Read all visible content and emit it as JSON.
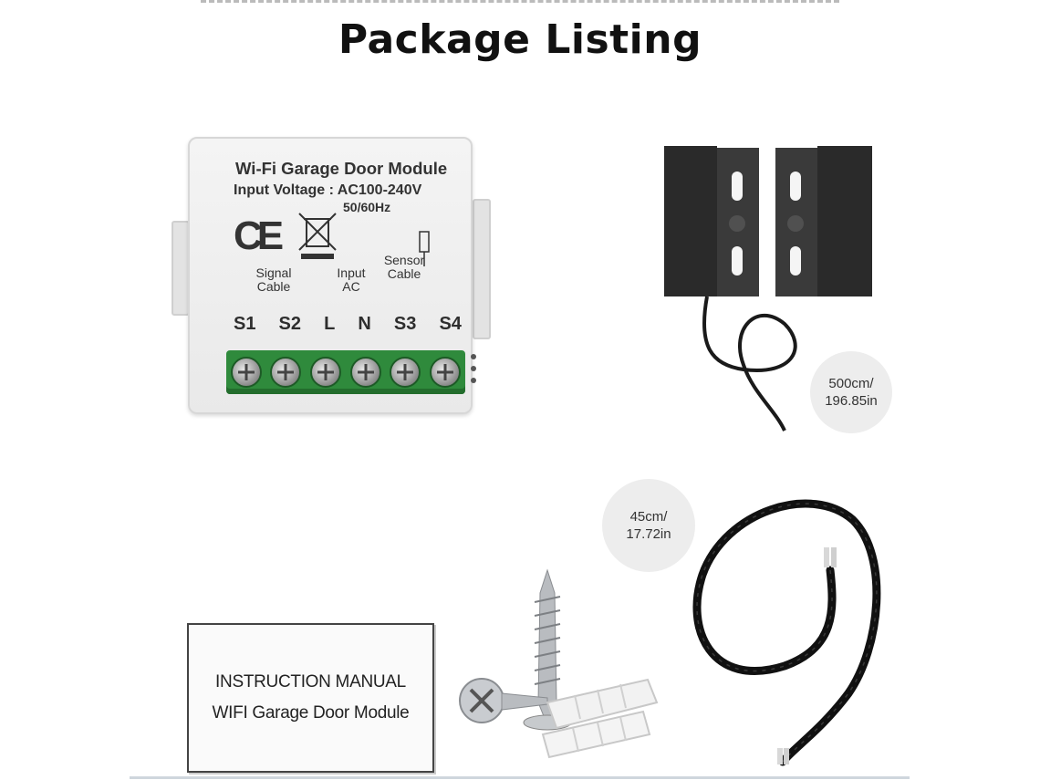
{
  "page": {
    "title": "Package Listing"
  },
  "module": {
    "name": "Wi-Fi Garage Door Module",
    "voltage": "Input Voltage : AC100-240V",
    "frequency": "50/60Hz",
    "ce_mark": "CE",
    "label_signal": "Signal Cable",
    "label_input": "Input AC",
    "label_sensor": "Sensor Cable",
    "terminals": [
      "S1",
      "S2",
      "L",
      "N",
      "S3",
      "S4"
    ],
    "terminal_color": "#2f8a3c"
  },
  "sensor": {
    "length_cm": "500cm/",
    "length_in": "196.85in"
  },
  "cable": {
    "length_cm": "45cm/",
    "length_in": "17.72in"
  },
  "manual": {
    "line1": "INSTRUCTION MANUAL",
    "line2": "WIFI Garage Door Module"
  },
  "icons": [
    "weee-bin-icon",
    "screw-icon",
    "wall-anchor-icon"
  ]
}
